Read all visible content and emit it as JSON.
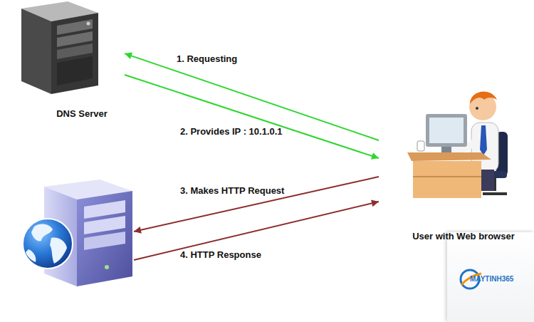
{
  "diagram": {
    "nodes": [
      {
        "text": [
          "DNS Server"
        ]
      },
      {
        "text": []
      },
      {
        "text": [
          "User with Web browser"
        ]
      }
    ],
    "edges": [
      {
        "from": 2,
        "to": 0,
        "arrow": "to",
        "label": "1. Requesting"
      },
      {
        "from": 0,
        "to": 2,
        "arrow": "to",
        "label": "2. Provides IP : 10.1.0.1"
      },
      {
        "from": 2,
        "to": 1,
        "arrow": "to",
        "label": "3. Makes HTTP Request"
      },
      {
        "from": 1,
        "to": 2,
        "arrow": "to",
        "label": "4. HTTP Response"
      }
    ],
    "labels": [
      "MAYTINH365"
    ]
  }
}
